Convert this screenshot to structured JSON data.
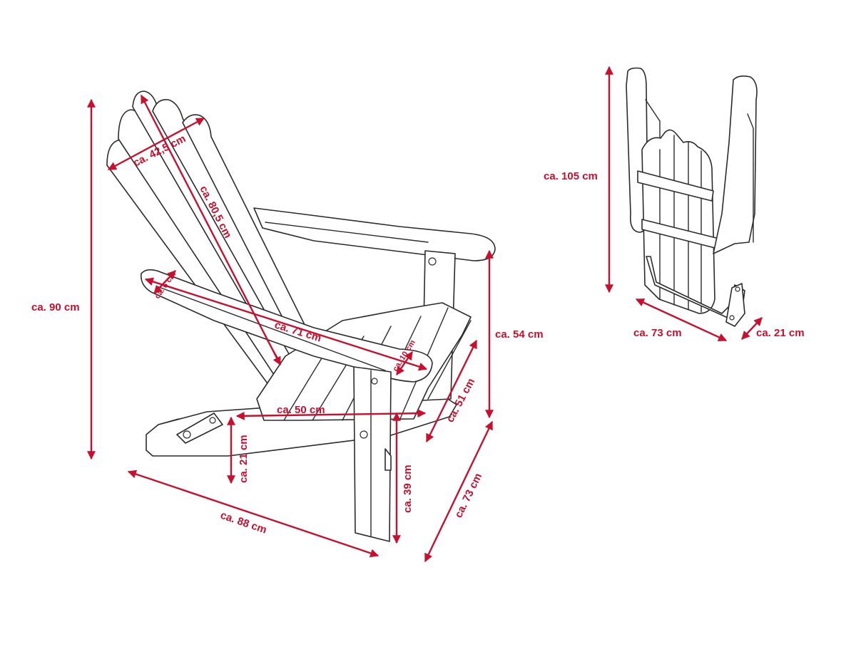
{
  "colors": {
    "dimension": "#c8102e",
    "outline": "#2b2b2b",
    "background": "#ffffff"
  },
  "dimensions": {
    "total_height": "ca. 90 cm",
    "backrest_width": "ca. 42,5 cm",
    "backrest_length": "ca. 80,5 cm",
    "armrest_width": "ca. 6 cm",
    "armrest_length": "ca. 71 cm",
    "armrest_front_width": "ca. 10 cm",
    "armrest_height": "ca. 54 cm",
    "seat_width": "ca. 50 cm",
    "seat_depth": "ca. 51 cm",
    "foot_height": "ca. 21 cm",
    "seat_height": "ca. 39 cm",
    "total_depth": "ca. 88 cm",
    "total_width": "ca. 73 cm",
    "folded_height": "ca. 105 cm",
    "folded_width": "ca. 73 cm",
    "folded_depth": "ca. 21 cm"
  }
}
